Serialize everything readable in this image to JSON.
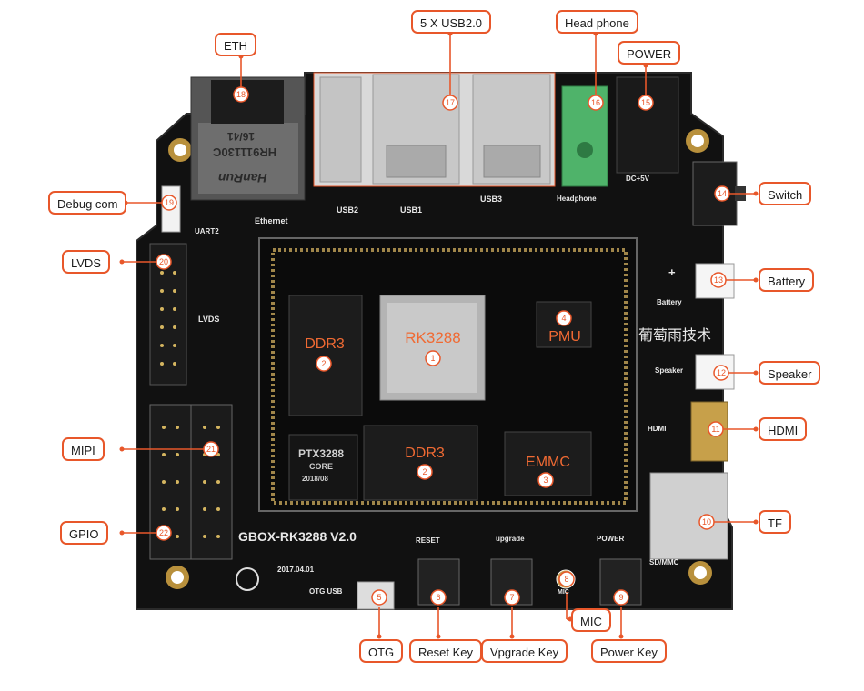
{
  "board": {
    "model": "GBOX-RK3288 V2.0",
    "date": "2017.04.01",
    "cn_brand": "葡萄雨技术",
    "silkscreen": {
      "usb2": "USB2",
      "usb1": "USB1",
      "usb3": "USB3",
      "headphone": "Headphone",
      "dc5v": "DC+5V",
      "ethernet": "Ethernet",
      "uart2": "UART2",
      "lvds": "LVDS",
      "battery": "Battery",
      "speaker": "Speaker",
      "hdmi": "HDMI",
      "sd_mmc": "SD/MMC",
      "otg_usb": "OTG USB",
      "reset": "RESET",
      "upgrade": "upgrade",
      "power": "POWER",
      "mic": "MIC",
      "plus": "+",
      "core": "PTX3288",
      "core2": "CORE",
      "core3": "2018/08"
    },
    "jack": {
      "line1": "HR911130C",
      "line2": "16/41",
      "brand": "HanRun"
    }
  },
  "chips": [
    {
      "name": "RK3288",
      "num": "1"
    },
    {
      "name": "DDR3",
      "num": "2"
    },
    {
      "name": "DDR3",
      "num": "2"
    },
    {
      "name": "PMU",
      "num": "4"
    },
    {
      "name": "EMMC",
      "num": "3"
    }
  ],
  "callouts": {
    "usb": {
      "label": "5 X USB2.0",
      "num": "17"
    },
    "headphone": {
      "label": "Head phone",
      "num": "16"
    },
    "power": {
      "label": "POWER",
      "num": "15"
    },
    "eth": {
      "label": "ETH",
      "num": "18"
    },
    "debug": {
      "label": "Debug com",
      "num": "19"
    },
    "switch": {
      "label": "Switch",
      "num": "14"
    },
    "lvds": {
      "label": "LVDS",
      "num": "20"
    },
    "battery": {
      "label": "Battery",
      "num": "13"
    },
    "speaker": {
      "label": "Speaker",
      "num": "12"
    },
    "hdmi": {
      "label": "HDMI",
      "num": "11"
    },
    "mipi": {
      "label": "MIPI",
      "num": "21"
    },
    "tf": {
      "label": "TF",
      "num": "10"
    },
    "gpio": {
      "label": "GPIO",
      "num": "22"
    },
    "mic": {
      "label": "MIC",
      "num": "8"
    },
    "otg": {
      "label": "OTG",
      "num": "5"
    },
    "reset": {
      "label": "Reset Key",
      "num": "6"
    },
    "upgrade": {
      "label": "Vpgrade Key",
      "num": "7"
    },
    "powerkey": {
      "label": "Power Key",
      "num": "9"
    }
  },
  "colors": {
    "accent": "#e8572a",
    "pcb": "#111111",
    "chip_text": "#f06a33",
    "connector": "#ffffff"
  }
}
